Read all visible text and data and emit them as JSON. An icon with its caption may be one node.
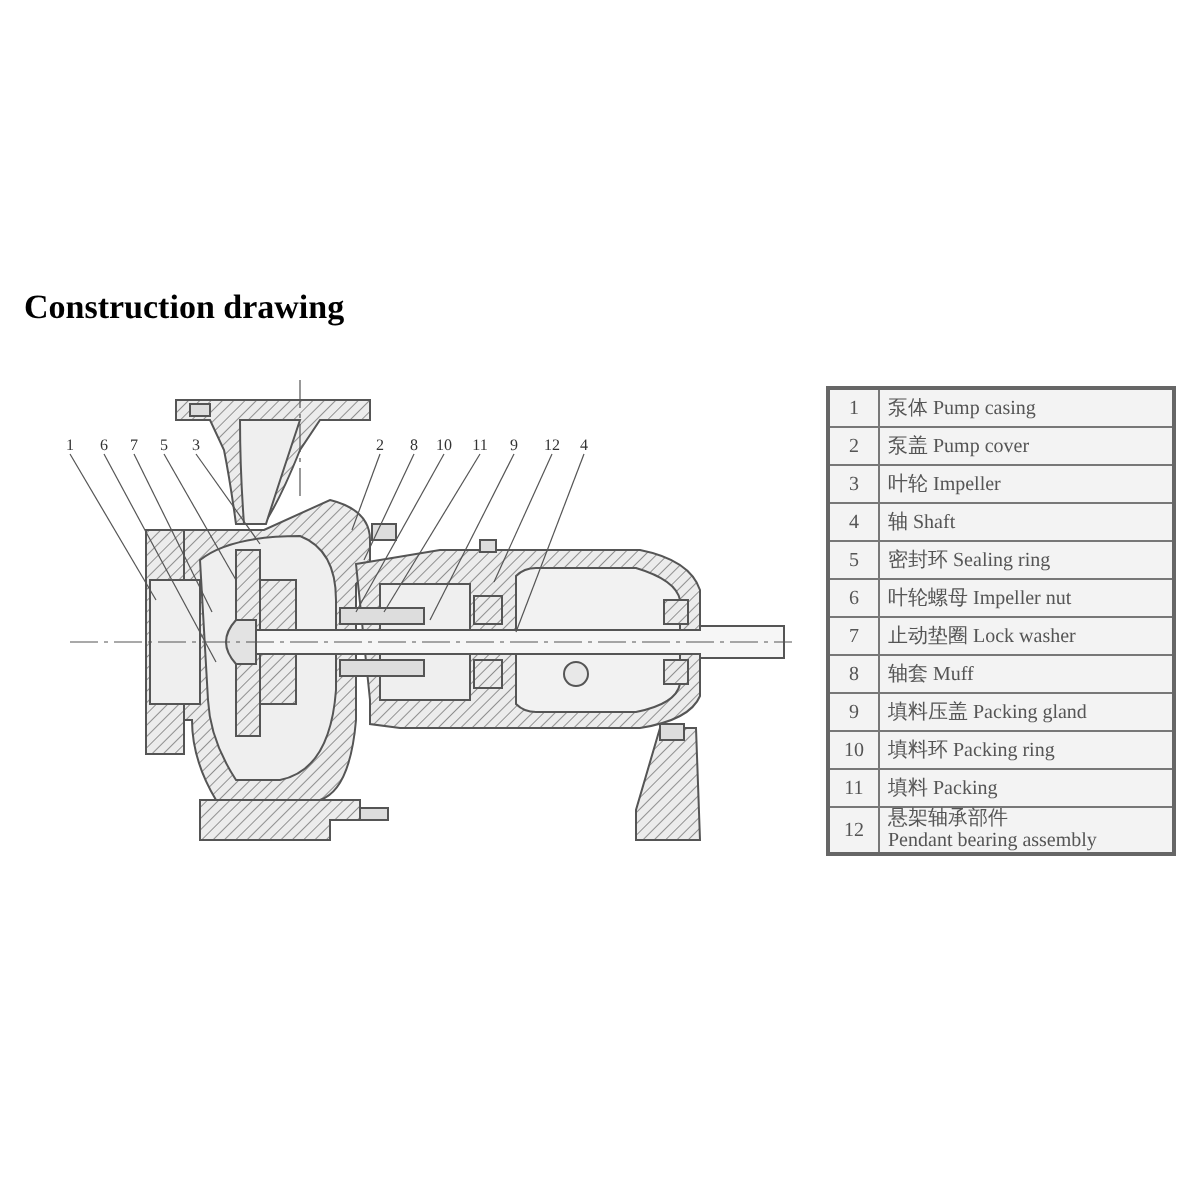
{
  "diagram": {
    "title": "Construction drawing",
    "nodes": [
      {
        "text": [
          "1"
        ]
      },
      {
        "text": [
          "6"
        ]
      },
      {
        "text": [
          "7"
        ]
      },
      {
        "text": [
          "5"
        ]
      },
      {
        "text": [
          "3"
        ]
      },
      {
        "text": [
          "2"
        ]
      },
      {
        "text": [
          "8"
        ]
      },
      {
        "text": [
          "10"
        ]
      },
      {
        "text": [
          "11"
        ]
      },
      {
        "text": [
          "9"
        ]
      },
      {
        "text": [
          "12"
        ]
      },
      {
        "text": [
          "4"
        ]
      }
    ],
    "edges": [
      {
        "from": 0,
        "to": null,
        "arrow": "none"
      },
      {
        "from": 1,
        "to": null,
        "arrow": "none"
      },
      {
        "from": 2,
        "to": null,
        "arrow": "none"
      },
      {
        "from": 3,
        "to": null,
        "arrow": "none"
      },
      {
        "from": 4,
        "to": null,
        "arrow": "none"
      },
      {
        "from": 5,
        "to": null,
        "arrow": "none"
      },
      {
        "from": 6,
        "to": null,
        "arrow": "none"
      },
      {
        "from": 7,
        "to": null,
        "arrow": "none"
      },
      {
        "from": 8,
        "to": null,
        "arrow": "none"
      },
      {
        "from": 9,
        "to": null,
        "arrow": "none"
      },
      {
        "from": 10,
        "to": null,
        "arrow": "none"
      },
      {
        "from": 11,
        "to": null,
        "arrow": "none"
      }
    ],
    "labels": [
      "1",
      "泵体 Pump casing",
      "2",
      "泵盖 Pump cover",
      "3",
      "叶轮 Impeller",
      "4",
      "轴 Shaft",
      "5",
      "密封环 Sealing ring",
      "6",
      "叶轮螺母 Impeller nut",
      "7",
      "止动垫圈 Lock washer",
      "8",
      "轴套 Muff",
      "9",
      "填料压盖 Packing gland",
      "10",
      "填料环 Packing ring",
      "11",
      "填料 Packing",
      "12",
      "悬架轴承部件 Pendant bearing assembly"
    ]
  }
}
